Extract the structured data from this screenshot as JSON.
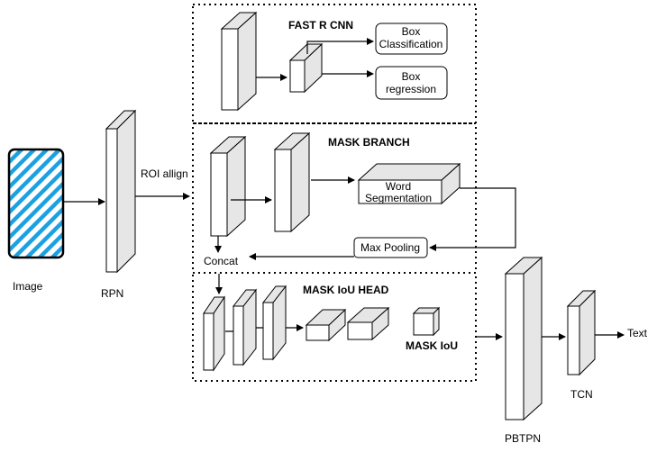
{
  "labels": {
    "image": "Image",
    "rpn": "RPN",
    "roi_align": "ROI allign",
    "fast_rcnn": "FAST R CNN",
    "box_classification_1": "Box",
    "box_classification_2": "Classification",
    "box_regression_1": "Box",
    "box_regression_2": "regression",
    "mask_branch": "MASK BRANCH",
    "word_segmentation_1": "Word",
    "word_segmentation_2": "Segmentation",
    "max_pooling": "Max Pooling",
    "concat": "Concat",
    "mask_iou_head": "MASK IoU HEAD",
    "mask_iou": "MASK IoU",
    "pbtpn": "PBTPN",
    "tcn": "TCN",
    "text": "Text"
  },
  "colors": {
    "image_stripe": "#1ba1e2",
    "block_face": "#e6e6e6",
    "line": "#000000"
  }
}
